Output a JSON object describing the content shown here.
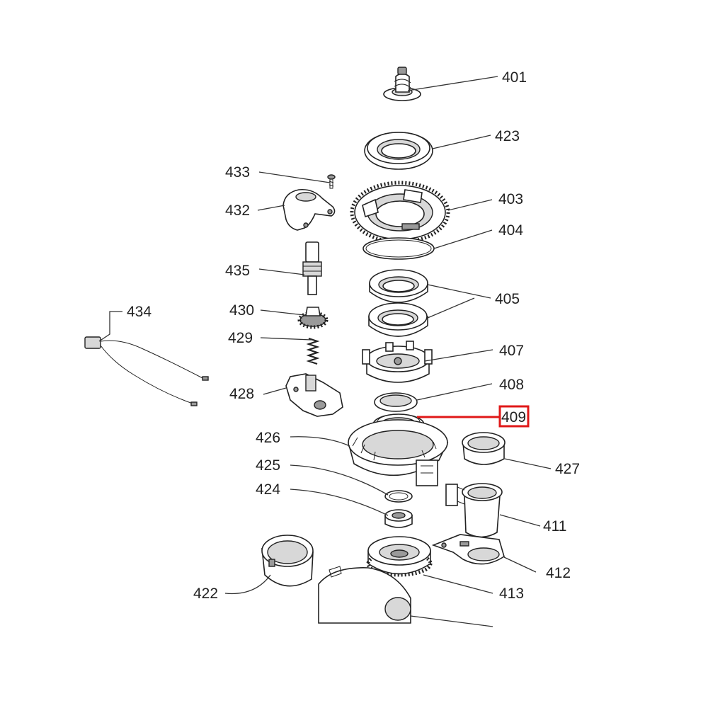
{
  "diagram": {
    "highlight_color": "#e01818",
    "highlighted_part": "409",
    "callouts": [
      {
        "id": "401",
        "label": "401"
      },
      {
        "id": "423",
        "label": "423"
      },
      {
        "id": "403",
        "label": "403"
      },
      {
        "id": "404",
        "label": "404"
      },
      {
        "id": "405",
        "label": "405"
      },
      {
        "id": "407",
        "label": "407"
      },
      {
        "id": "408",
        "label": "408"
      },
      {
        "id": "409",
        "label": "409"
      },
      {
        "id": "427",
        "label": "427"
      },
      {
        "id": "411",
        "label": "411"
      },
      {
        "id": "412",
        "label": "412"
      },
      {
        "id": "413",
        "label": "413"
      },
      {
        "id": "433",
        "label": "433"
      },
      {
        "id": "432",
        "label": "432"
      },
      {
        "id": "435",
        "label": "435"
      },
      {
        "id": "430",
        "label": "430"
      },
      {
        "id": "429",
        "label": "429"
      },
      {
        "id": "434",
        "label": "434"
      },
      {
        "id": "428",
        "label": "428"
      },
      {
        "id": "426",
        "label": "426"
      },
      {
        "id": "425",
        "label": "425"
      },
      {
        "id": "424",
        "label": "424"
      },
      {
        "id": "422",
        "label": "422"
      }
    ]
  }
}
